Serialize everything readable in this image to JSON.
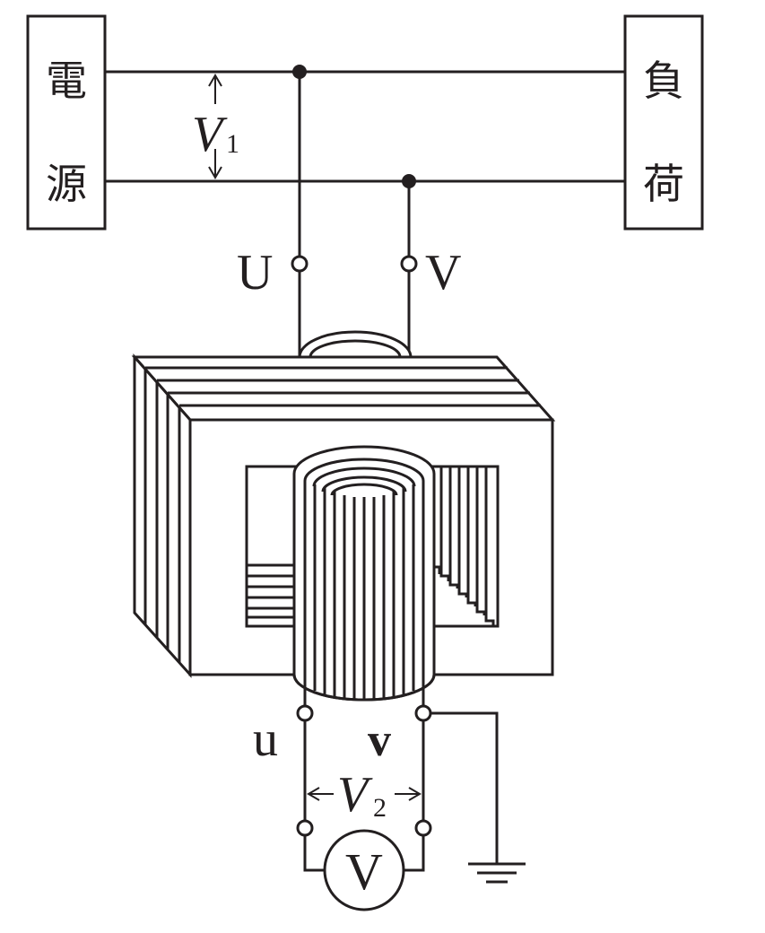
{
  "labels": {
    "source_line1": "電",
    "source_line2": "源",
    "load_line1": "負",
    "load_line2": "荷",
    "v1_letter": "V",
    "v1_sub": "1",
    "v2_letter": "V",
    "v2_sub": "2",
    "terminal_U": "U",
    "terminal_V": "V",
    "terminal_u": "u",
    "terminal_v": "v",
    "voltmeter_symbol": "V"
  },
  "colors": {
    "line": "#231f20",
    "background": "#ffffff"
  }
}
